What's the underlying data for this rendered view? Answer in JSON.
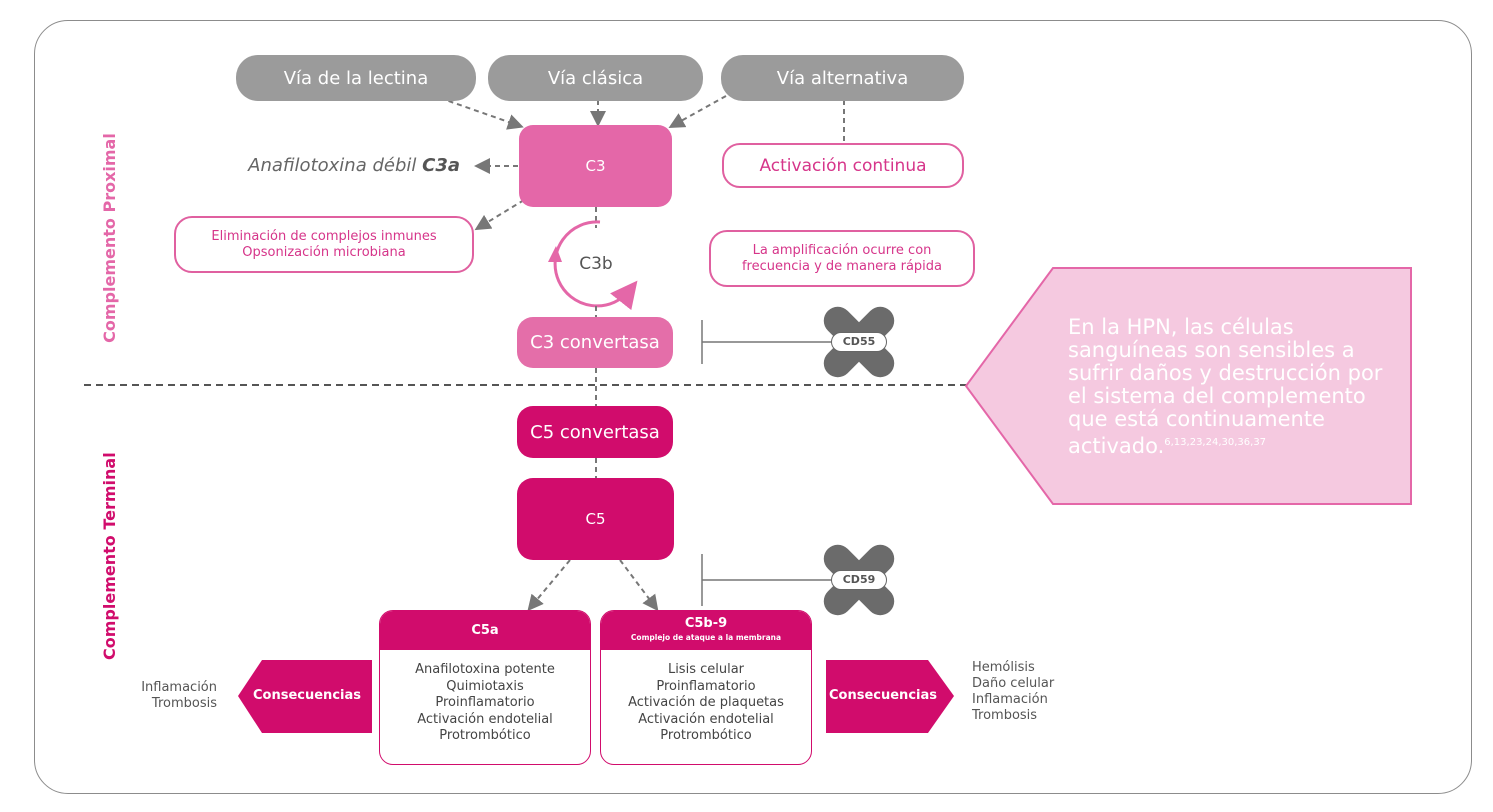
{
  "pathways": {
    "lectin": "Vía de la lectina",
    "classical": "Vía clásica",
    "alternative": "Vía alternativa"
  },
  "proximal_label": "Complemento Proximal",
  "terminal_label": "Complemento Terminal",
  "c3": "C3",
  "anaphylatoxin_weak_prefix": "Anafilotoxina débil ",
  "anaphylatoxin_weak_name": "C3a",
  "continuous_activation": "Activación continua",
  "immune_effects": {
    "line1": "Eliminación de complejos inmunes",
    "line2": "Opsonización microbiana"
  },
  "c3b": "C3b",
  "amplification": {
    "line1": "La amplificación ocurre con",
    "line2": "frecuencia y de manera rápida"
  },
  "c3_convertase": "C3 convertasa",
  "cd55": "CD55",
  "c5_convertase": "C5 convertasa",
  "c5": "C5",
  "cd59": "CD59",
  "c5a": {
    "title": "C5a",
    "items": [
      "Anafilotoxina potente",
      "Quimiotaxis",
      "Proinflamatorio",
      "Activación endotelial",
      "Protrombótico"
    ]
  },
  "c5b9": {
    "title": "C5b-9",
    "subtitle": "Complejo de ataque a la membrana",
    "items": [
      "Lisis celular",
      "Proinflamatorio",
      "Activación de plaquetas",
      "Activación endotelial",
      "Protrombótico"
    ]
  },
  "consequences_label": "Consecuencias",
  "left_consequences": [
    "Inflamación",
    "Trombosis"
  ],
  "right_consequences": [
    "Hemólisis",
    "Daño celular",
    "Inflamación",
    "Trombosis"
  ],
  "hpn_note": {
    "lines": [
      "En la HPN, las células",
      "sanguíneas son sensibles a",
      "sufrir daños y destrucción por",
      "el sistema del complemento",
      "que está continuamente"
    ],
    "last_line": "activado.",
    "refs": "6,13,23,24,30,36,37"
  },
  "colors": {
    "grey": "#9b9b9b",
    "pink": "#e467a8",
    "magenta": "#d10c6c",
    "note_fill": "#f5c9e0"
  }
}
